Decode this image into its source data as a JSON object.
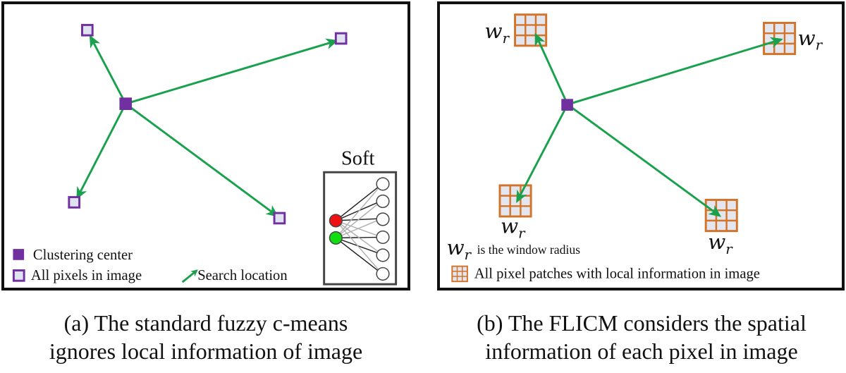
{
  "panel_a": {
    "soft_label": "Soft",
    "legend": {
      "center": "Clustering center",
      "pixels": "All pixels in image",
      "search": "Search location"
    },
    "caption_line1": "(a) The standard fuzzy c-means",
    "caption_line2": "ignores local information of image"
  },
  "panel_b": {
    "wr_main": "w",
    "wr_sub": "r",
    "legend": {
      "radius": "is the window radius",
      "patches": "All pixel patches with local information in image"
    },
    "caption_line1": "(b) The FLICM considers the spatial",
    "caption_line2": "information of each pixel in image"
  },
  "colors": {
    "center": "#7030a0",
    "pixel_border": "#7030a0",
    "pixel_fill": "#dfe3ef",
    "arrow": "#1aa14d",
    "patch_border": "#d3742a",
    "patch_fill": "#e3e6ee",
    "node_red": "#ee1111",
    "node_green": "#11dd11"
  }
}
